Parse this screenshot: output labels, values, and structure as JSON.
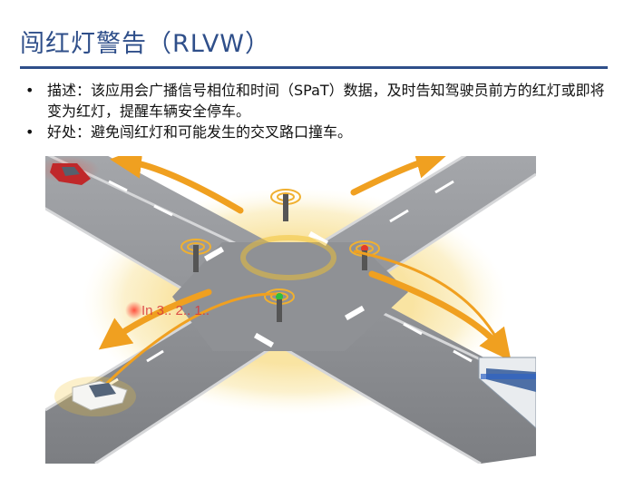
{
  "slide": {
    "title": "闯红灯警告（RLVW）",
    "bullets": [
      {
        "marker": "•",
        "text": "描述：该应用会广播信号相位和时间（SPaT）数据，及时告知驾驶员前方的红灯或即将变为红灯，提醒车辆安全停车。"
      },
      {
        "marker": "•",
        "text": "好处：避免闯红灯和可能发生的交叉路口撞车。"
      }
    ]
  },
  "illustration": {
    "countdown_text": "In 3.. 2.. 1..",
    "colors": {
      "road": "#8a8c90",
      "road_edge": "#c8cacd",
      "halo": "#f2c230",
      "arrow": "#f0a020",
      "red_light": "#e33a2a",
      "green_light": "#2fc03a"
    }
  }
}
